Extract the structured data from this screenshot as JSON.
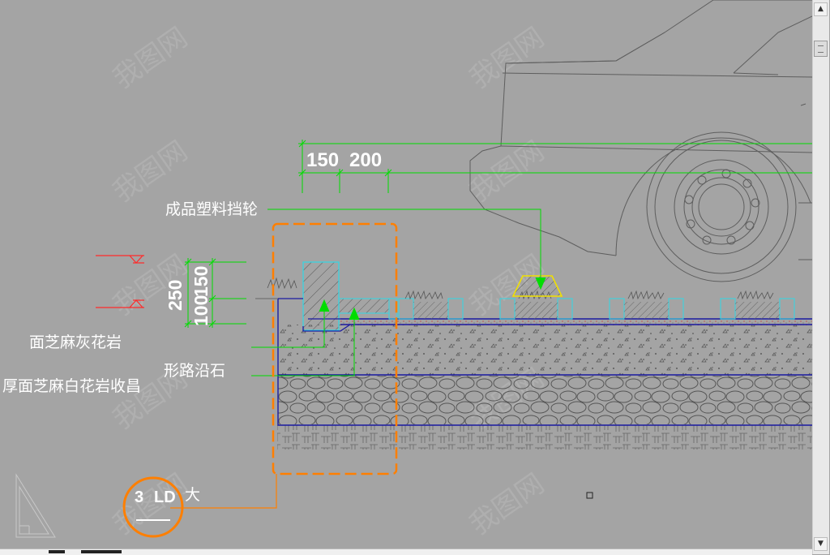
{
  "drawing": {
    "labels": {
      "plastic_bumper": "成品塑料挡轮",
      "granite_face": "面芝麻灰花岩",
      "curb_stone": "形路沿石",
      "white_granite_edge": "厚面芝麻白花岩收昌"
    },
    "dimensions": {
      "top_dim_1": "150",
      "top_dim_2": "200",
      "height_total": "250",
      "height_sub_1": "100",
      "height_sub_2": "150"
    },
    "callout": {
      "number": "3",
      "sheet": "LD",
      "suffix": "大"
    },
    "colors": {
      "background": "#a4a4a4",
      "dimension_lines": "#00dd00",
      "detail_outline": "#ff7f00",
      "layer_boundary": "#1a1aa0",
      "curb_cyan": "#30d8e6",
      "bumper_yellow": "#f0e000",
      "elevation_mark": "#ff2a2a"
    },
    "watermark_text": "我图网"
  },
  "ui": {
    "scroll_up": "▲",
    "scroll_down": "▼"
  }
}
